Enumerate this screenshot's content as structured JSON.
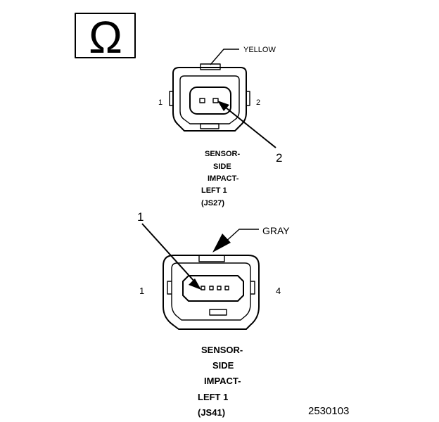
{
  "symbol": {
    "glyph": "Ω",
    "icon": "omega-icon"
  },
  "connector_top": {
    "color_label": "YELLOW",
    "pin_left": "1",
    "pin_right": "2",
    "callout": "2",
    "title_lines": [
      "SENSOR-",
      "SIDE",
      "IMPACT-",
      "LEFT 1",
      "(JS27)"
    ]
  },
  "connector_bottom": {
    "color_label": "GRAY",
    "pin_left": "1",
    "pin_right": "4",
    "callout": "1",
    "title_lines": [
      "SENSOR-",
      "SIDE",
      "IMPACT-",
      "LEFT 1",
      "(JS41)"
    ]
  },
  "figure_number": "2530103"
}
